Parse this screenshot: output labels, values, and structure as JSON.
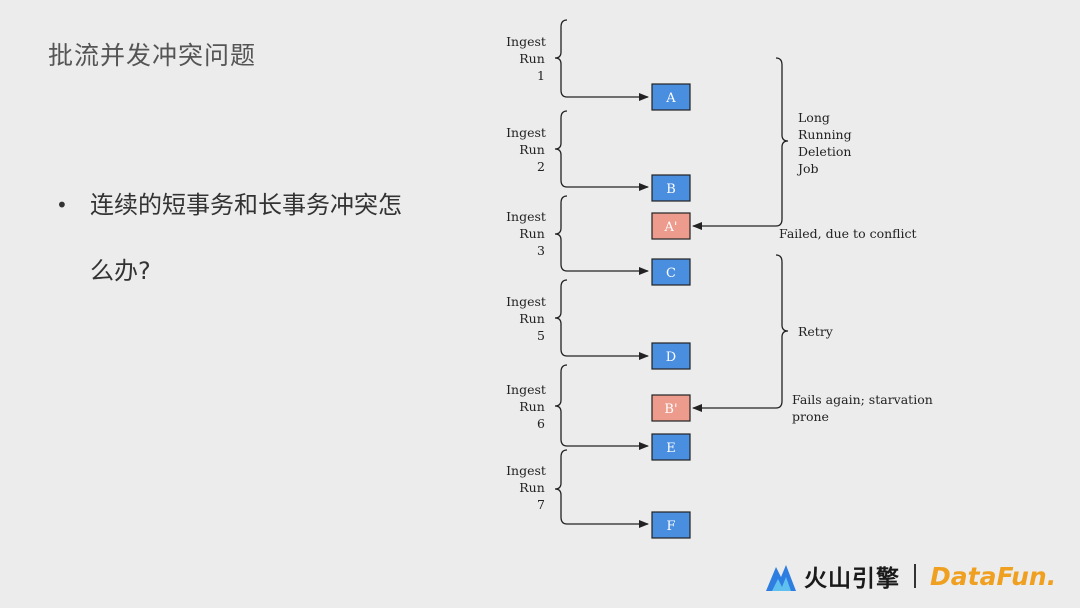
{
  "slide": {
    "title": "批流并发冲突问题",
    "bullet": "连续的短事务和长事务冲突怎么办?"
  },
  "diagram": {
    "runs": [
      {
        "lines": [
          "Ingest",
          "Run",
          "1"
        ]
      },
      {
        "lines": [
          "Ingest",
          "Run",
          "2"
        ]
      },
      {
        "lines": [
          "Ingest",
          "Run",
          "3"
        ]
      },
      {
        "lines": [
          "Ingest",
          "Run",
          "5"
        ]
      },
      {
        "lines": [
          "Ingest",
          "Run",
          "6"
        ]
      },
      {
        "lines": [
          "Ingest",
          "Run",
          "7"
        ]
      }
    ],
    "boxes": {
      "a": "A",
      "b": "B",
      "a_prime": "A'",
      "c": "C",
      "d": "D",
      "b_prime": "B'",
      "e": "E",
      "f": "F"
    },
    "annotations": {
      "long_job": [
        "Long",
        "Running",
        "Deletion",
        "Job"
      ],
      "failed": "Failed, due to conflict",
      "retry": "Retry",
      "fails_again": [
        "Fails again; starvation",
        "prone"
      ]
    },
    "colors": {
      "box_ok": "#4a8ee0",
      "box_failed": "#ec9b8d"
    }
  },
  "footer": {
    "brand_cn": "火山引擎",
    "brand_df": "DataFun."
  }
}
